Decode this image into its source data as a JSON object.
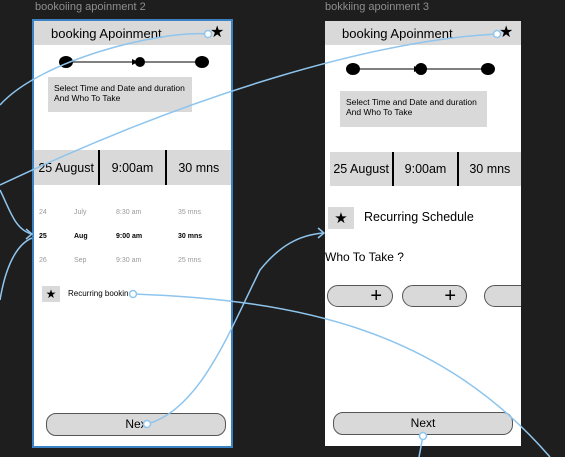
{
  "frames": [
    {
      "label": "bookoiing apoinment 2",
      "header_title": "booking Apoinment",
      "description": "Select Time and Date  and duration And Who To Take",
      "selection": {
        "date": "25 August",
        "time": "9:00am",
        "duration": "30 mns"
      },
      "picker_rows": [
        {
          "day": "24",
          "month": "July",
          "time": "8:30 am",
          "duration": "35 mns"
        },
        {
          "day": "25",
          "month": "Aug",
          "time": "9:00 am",
          "duration": "30 mns"
        },
        {
          "day": "26",
          "month": "Sep",
          "time": "9:30 am",
          "duration": "25 mns"
        }
      ],
      "recurring_label": "Recurring bookin",
      "next_label": "Nex"
    },
    {
      "label": "bokkiing apoinment 3",
      "header_title": "booking Apoinment",
      "description": "Select Time and Date  and duration And Who To Take",
      "selection": {
        "date": "25 August",
        "time": "9:00am",
        "duration": "30 mns"
      },
      "recurring_label": "Recurring Schedule",
      "who_label": "Who To Take ?",
      "next_label": "Next"
    }
  ],
  "icons": {
    "star": "★",
    "plus": "+"
  },
  "colors": {
    "canvas": "#1e1e1e",
    "frame": "#ffffff",
    "panel_gray": "#d9d9d9",
    "prototype_link": "#8ec5ee",
    "selection_outline": "#3b82c4"
  }
}
